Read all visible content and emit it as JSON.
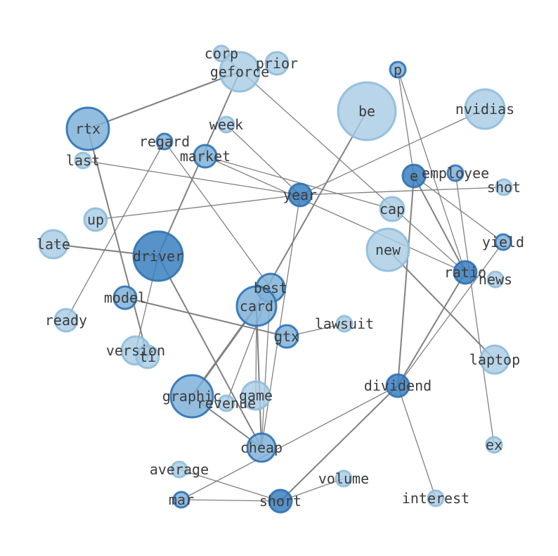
{
  "graph": {
    "style": {
      "edge_color": "#7a7a7a",
      "node_fill_light": "#a6cbe3",
      "node_fill_mid": "#7fb2d9",
      "node_fill_dark": "#3a7fbf",
      "node_stroke_light": "#8fbddb",
      "node_stroke_dark": "#2f72b3"
    },
    "nodes": [
      {
        "id": "corp",
        "label": "corp"
      },
      {
        "id": "geforce",
        "label": "geforce"
      },
      {
        "id": "prior",
        "label": "prior"
      },
      {
        "id": "p",
        "label": "p"
      },
      {
        "id": "be",
        "label": "be"
      },
      {
        "id": "nvidias",
        "label": "nvidias"
      },
      {
        "id": "rtx",
        "label": "rtx"
      },
      {
        "id": "week",
        "label": "week"
      },
      {
        "id": "regard",
        "label": "regard"
      },
      {
        "id": "last",
        "label": "last"
      },
      {
        "id": "market",
        "label": "market"
      },
      {
        "id": "e",
        "label": "e"
      },
      {
        "id": "employee",
        "label": "employee"
      },
      {
        "id": "year",
        "label": "year"
      },
      {
        "id": "shot",
        "label": "shot"
      },
      {
        "id": "cap",
        "label": "cap"
      },
      {
        "id": "up",
        "label": "up"
      },
      {
        "id": "yield",
        "label": "yield"
      },
      {
        "id": "late",
        "label": "late"
      },
      {
        "id": "driver",
        "label": "driver"
      },
      {
        "id": "new",
        "label": "new"
      },
      {
        "id": "ratio",
        "label": "ratio"
      },
      {
        "id": "news",
        "label": "news"
      },
      {
        "id": "best",
        "label": "best"
      },
      {
        "id": "model",
        "label": "model"
      },
      {
        "id": "card",
        "label": "card"
      },
      {
        "id": "ready",
        "label": "ready"
      },
      {
        "id": "lawsuit",
        "label": "lawsuit"
      },
      {
        "id": "gtx",
        "label": "gtx"
      },
      {
        "id": "version",
        "label": "version"
      },
      {
        "id": "ti",
        "label": "ti"
      },
      {
        "id": "laptop",
        "label": "laptop"
      },
      {
        "id": "dividend",
        "label": "dividend"
      },
      {
        "id": "graphic",
        "label": "graphic"
      },
      {
        "id": "game",
        "label": "game"
      },
      {
        "id": "revenue",
        "label": "revenue"
      },
      {
        "id": "cheap",
        "label": "cheap"
      },
      {
        "id": "ex",
        "label": "ex"
      },
      {
        "id": "average",
        "label": "average"
      },
      {
        "id": "volume",
        "label": "volume"
      },
      {
        "id": "mar",
        "label": "mar"
      },
      {
        "id": "short",
        "label": "short"
      },
      {
        "id": "interest",
        "label": "interest"
      }
    ],
    "edges": [
      [
        "rtx",
        "geforce",
        2.2
      ],
      [
        "rtx",
        "ti",
        2.0
      ],
      [
        "geforce",
        "driver",
        2.0
      ],
      [
        "corp",
        "ratio",
        1.3
      ],
      [
        "p",
        "e",
        1.3
      ],
      [
        "p",
        "ratio",
        1.3
      ],
      [
        "be",
        "card",
        2.0
      ],
      [
        "nvidias",
        "year",
        1.3
      ],
      [
        "week",
        "year",
        1.3
      ],
      [
        "regard",
        "ready",
        1.3
      ],
      [
        "regard",
        "best",
        1.3
      ],
      [
        "last",
        "year",
        1.3
      ],
      [
        "market",
        "cap",
        1.3
      ],
      [
        "market",
        "ratio",
        1.3
      ],
      [
        "year",
        "shot",
        1.3
      ],
      [
        "year",
        "up",
        1.3
      ],
      [
        "year",
        "cheap",
        1.3
      ],
      [
        "e",
        "ratio",
        2.0
      ],
      [
        "e",
        "dividend",
        2.0
      ],
      [
        "e",
        "yield",
        1.3
      ],
      [
        "employee",
        "ex",
        1.3
      ],
      [
        "late",
        "driver",
        2.0
      ],
      [
        "driver",
        "cheap",
        2.0
      ],
      [
        "driver",
        "version",
        1.3
      ],
      [
        "new",
        "laptop",
        2.0
      ],
      [
        "ratio",
        "dividend",
        2.0
      ],
      [
        "yield",
        "dividend",
        1.3
      ],
      [
        "best",
        "cheap",
        1.3
      ],
      [
        "best",
        "revenue",
        1.3
      ],
      [
        "model",
        "gtx",
        2.0
      ],
      [
        "card",
        "graphic",
        3.0
      ],
      [
        "card",
        "game",
        1.3
      ],
      [
        "card",
        "cheap",
        2.0
      ],
      [
        "gtx",
        "lawsuit",
        1.3
      ],
      [
        "graphic",
        "cheap",
        2.0
      ],
      [
        "dividend",
        "short",
        2.0
      ],
      [
        "dividend",
        "interest",
        1.3
      ],
      [
        "dividend",
        "mar",
        1.3
      ],
      [
        "average",
        "short",
        1.3
      ],
      [
        "mar",
        "short",
        1.3
      ],
      [
        "short",
        "volume",
        1.3
      ]
    ]
  }
}
